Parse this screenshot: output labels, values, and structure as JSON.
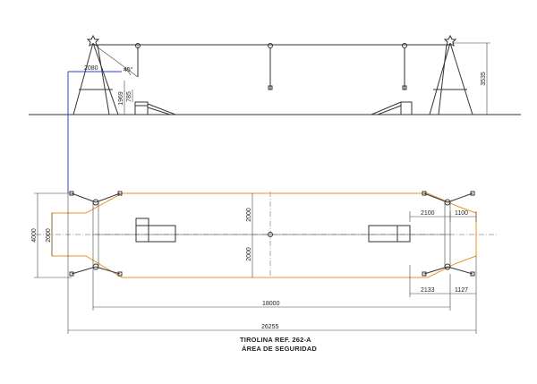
{
  "caption": {
    "line1": "TIROLINA REF. 262-A",
    "line2": "ÁREA DE SEGURIDAD"
  },
  "elevation": {
    "blue_dim": "2080",
    "angle": "45°",
    "height_1": "1969",
    "height_2": "785",
    "total_height": "3535"
  },
  "plan": {
    "width_total": "4000",
    "width_inner": "2000",
    "half_upper": "2000",
    "half_lower": "2000",
    "right_top_a": "2100",
    "right_top_b": "1100",
    "right_bottom_a": "2133",
    "right_bottom_b": "1127",
    "cable_length": "18000",
    "overall_length": "26255"
  },
  "colors": {
    "safety_area": "#e8942a",
    "reference_line": "#2b3fd6",
    "structure": "#333333"
  }
}
